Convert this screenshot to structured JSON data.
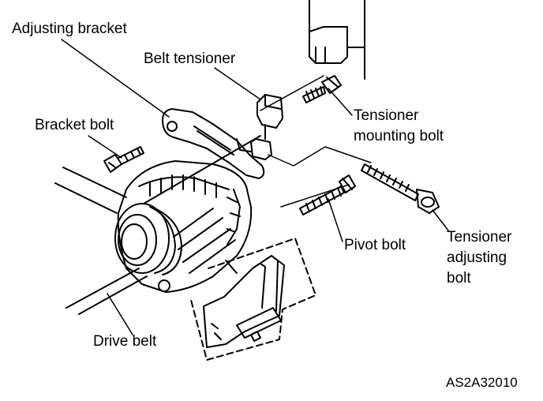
{
  "labels": {
    "adjusting_bracket": "Adjusting bracket",
    "belt_tensioner": "Belt tensioner",
    "bracket_bolt": "Bracket bolt",
    "tensioner_mounting_bolt_line1": "Tensioner",
    "tensioner_mounting_bolt_line2": "mounting bolt",
    "pivot_bolt": "Pivot bolt",
    "tensioner_adjusting_bolt_line1": "Tensioner",
    "tensioner_adjusting_bolt_line2": "adjusting",
    "tensioner_adjusting_bolt_line3": "bolt",
    "drive_belt": "Drive belt"
  },
  "figure_code": "AS2A32010",
  "colors": {
    "ink": "#000000",
    "paper": "#ffffff"
  }
}
